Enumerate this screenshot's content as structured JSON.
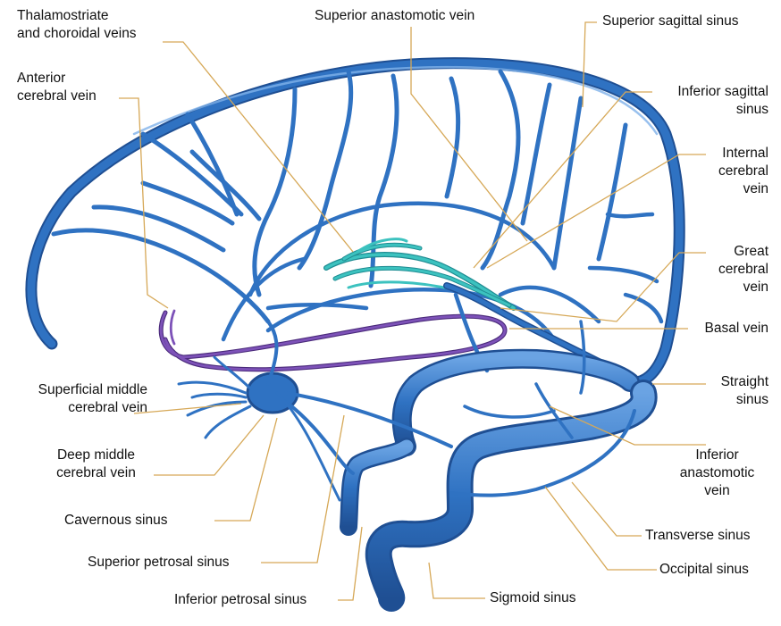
{
  "diagram": {
    "colors": {
      "vein": "#2f72c2",
      "vein_dark": "#1f4f93",
      "vein_light": "#5d97db",
      "choroidal": "#3cc2bf",
      "basal": "#6b3fa0",
      "leader": "#d6a857"
    },
    "labels": {
      "thalamostriate": "Thalamostriate\nand choroidal veins",
      "superior_anastomotic": "Superior anastomotic vein",
      "superior_sagittal": "Superior sagittal sinus",
      "anterior_cerebral": "Anterior\ncerebral vein",
      "inferior_sagittal": "Inferior sagittal\nsinus",
      "internal_cerebral": "Internal\ncerebral\nvein",
      "great_cerebral": "Great\ncerebral\nvein",
      "basal_vein": "Basal vein",
      "superficial_middle": "Superficial middle\ncerebral vein",
      "straight_sinus": "Straight\nsinus",
      "deep_middle": "Deep middle\ncerebral vein",
      "inferior_anastomotic": "Inferior\nanastomotic\nvein",
      "cavernous": "Cavernous sinus",
      "transverse": "Transverse sinus",
      "superior_petrosal": "Superior petrosal sinus",
      "occipital": "Occipital sinus",
      "inferior_petrosal": "Inferior petrosal sinus",
      "sigmoid": "Sigmoid sinus"
    }
  }
}
